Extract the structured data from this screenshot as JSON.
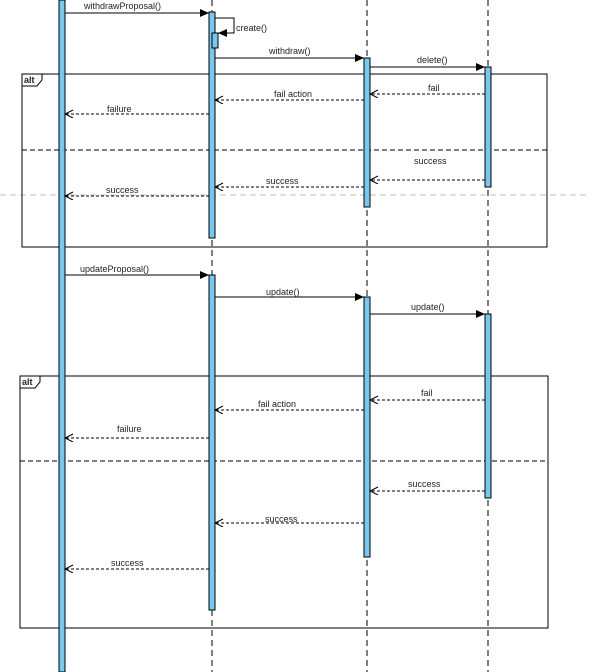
{
  "colors": {
    "activation_fill": "#79c7ec",
    "stroke": "#000000",
    "page_guide": "#bfbfbf",
    "background": "#ffffff"
  },
  "fragments": {
    "alt1": {
      "label": "alt"
    },
    "alt2": {
      "label": "alt"
    }
  },
  "messages": {
    "m1": "withdrawProposal()",
    "m2": "create()",
    "m3": "withdraw()",
    "m4": "delete()",
    "m5": "fail",
    "m6": "fail action",
    "m7": "failure",
    "m8": "success",
    "m9": "success",
    "m10": "success",
    "m11": "updateProposal()",
    "m12": "update()",
    "m13": "update()",
    "m14": "fail",
    "m15": "fail action",
    "m16": "failure",
    "m17": "success",
    "m18": "success",
    "m19": "success"
  }
}
